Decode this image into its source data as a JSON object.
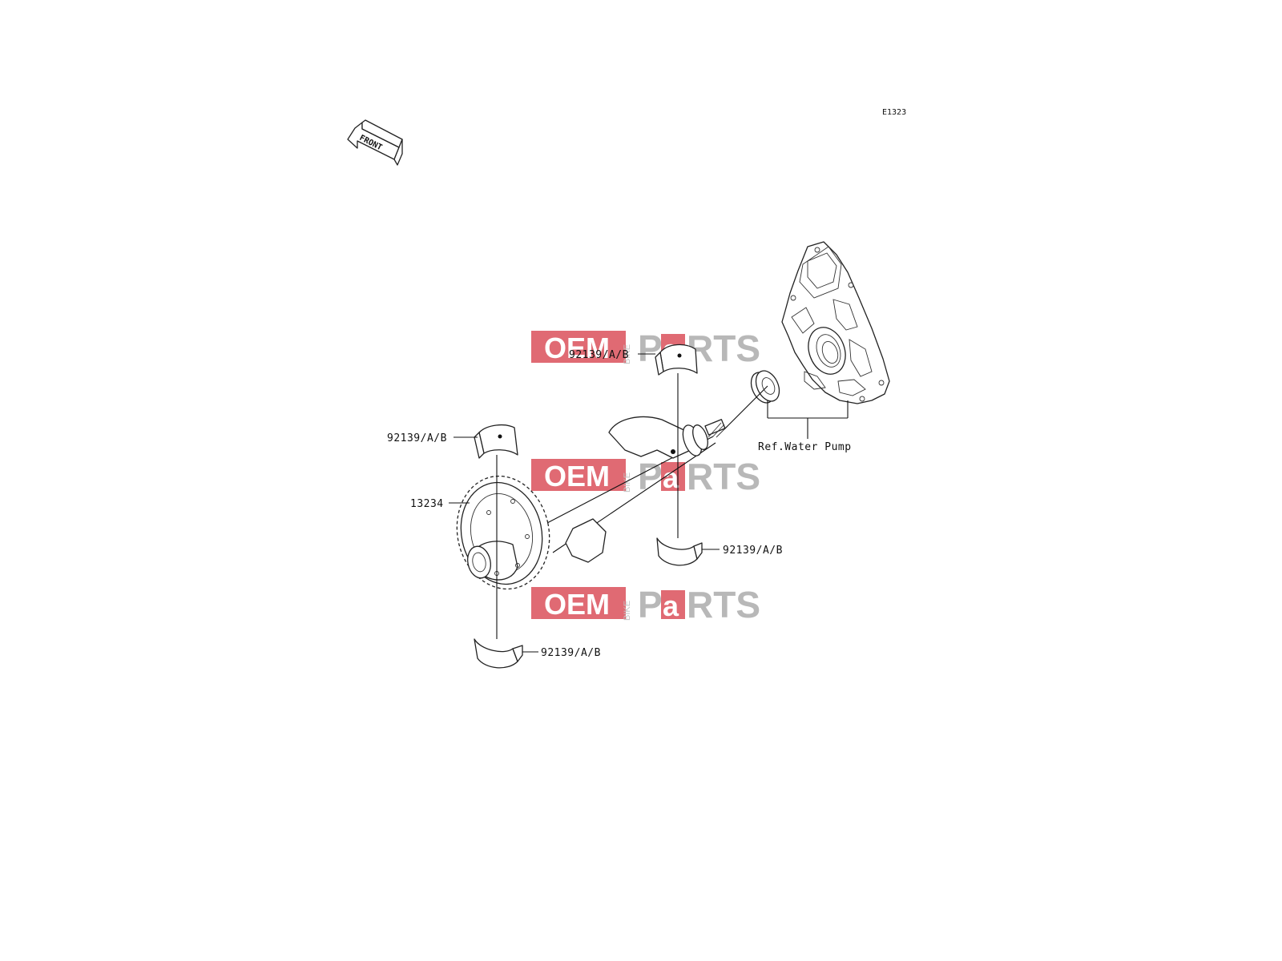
{
  "diagram": {
    "code": "E1323",
    "front_label": "FRONT",
    "ref_label": "Ref.Water Pump",
    "gear_part": "13234",
    "bearing_parts": [
      "92139/A/B",
      "92139/A/B",
      "92139/A/B",
      "92139/A/B"
    ]
  },
  "watermark": {
    "oem": "OEM",
    "bike": "BIKE",
    "parts_a": "P",
    "parts_b": "a",
    "parts_c": "RTS",
    "accent": "#e06a73",
    "gray": "#b8b8b8"
  }
}
